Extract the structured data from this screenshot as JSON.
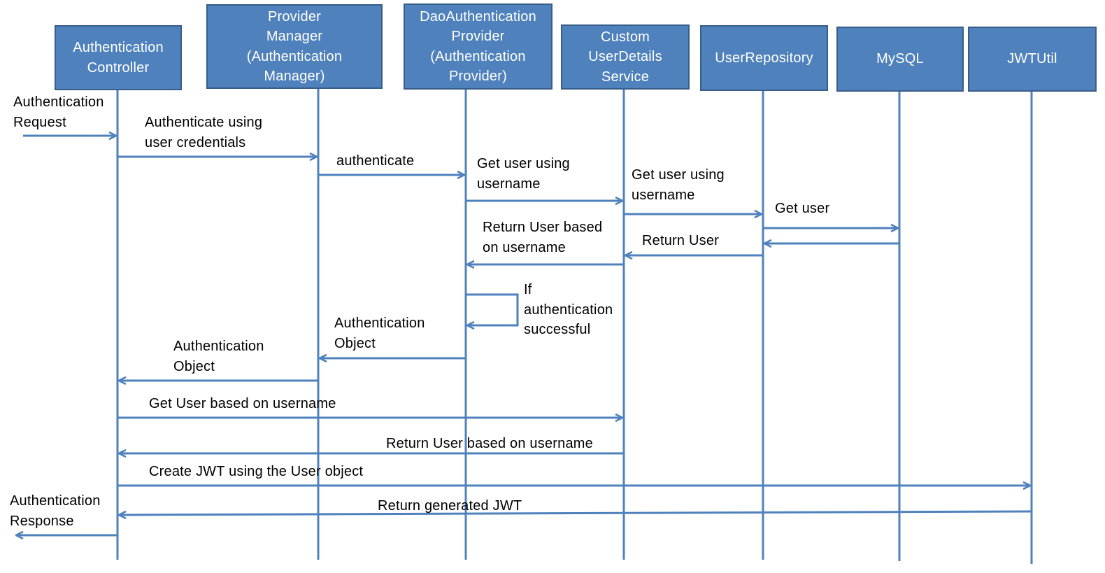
{
  "colors": {
    "box_fill": "#4f81bd",
    "box_border": "#385d8a",
    "line": "#4f81bd",
    "text": "#000000"
  },
  "participants": [
    {
      "id": "authentication-controller",
      "label": "Authentication\nController"
    },
    {
      "id": "provider-manager",
      "label": "Provider\nManager\n(Authentication\nManager)"
    },
    {
      "id": "dao-authentication-provider",
      "label": "DaoAuthentication\nProvider\n(Authentication\nProvider)"
    },
    {
      "id": "custom-userdetails-service",
      "label": "Custom\nUserDetails\nService"
    },
    {
      "id": "user-repository",
      "label": "UserRepository"
    },
    {
      "id": "mysql",
      "label": "MySQL"
    },
    {
      "id": "jwtutil",
      "label": "JWTUtil"
    }
  ],
  "messages": [
    {
      "id": "authentication-request",
      "label": "Authentication\nRequest"
    },
    {
      "id": "authenticate-using-credentials",
      "label": "Authenticate using\nuser credentials"
    },
    {
      "id": "authenticate",
      "label": "authenticate"
    },
    {
      "id": "get-user-using-username-1",
      "label": "Get user using\nusername"
    },
    {
      "id": "get-user-using-username-2",
      "label": "Get user using\nusername"
    },
    {
      "id": "get-user",
      "label": "Get user"
    },
    {
      "id": "return-user",
      "label": "Return User"
    },
    {
      "id": "return-user-based-on-username-1",
      "label": "Return User based\non username"
    },
    {
      "id": "if-authentication-successful",
      "label": "If\nauthentication\nsuccessful"
    },
    {
      "id": "authentication-object-1",
      "label": "Authentication\nObject"
    },
    {
      "id": "authentication-object-2",
      "label": "Authentication\nObject"
    },
    {
      "id": "get-user-based-on-username",
      "label": "Get User based on username"
    },
    {
      "id": "return-user-based-on-username-2",
      "label": "Return User based on username"
    },
    {
      "id": "create-jwt",
      "label": "Create JWT using the User object"
    },
    {
      "id": "return-generated-jwt",
      "label": "Return generated JWT"
    },
    {
      "id": "authentication-response",
      "label": "Authentication\nResponse"
    }
  ]
}
